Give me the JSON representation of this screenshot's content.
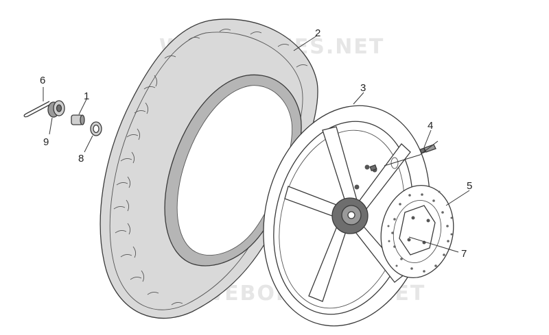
{
  "diagram": {
    "callouts": [
      {
        "id": "1",
        "label": "1"
      },
      {
        "id": "2",
        "label": "2"
      },
      {
        "id": "3",
        "label": "3"
      },
      {
        "id": "4",
        "label": "4"
      },
      {
        "id": "5",
        "label": "5"
      },
      {
        "id": "6",
        "label": "6"
      },
      {
        "id": "7",
        "label": "7"
      },
      {
        "id": "8",
        "label": "8"
      },
      {
        "id": "9",
        "label": "9"
      }
    ],
    "watermark": "WEBOFICHES.NET",
    "colors": {
      "tire": "#d9d9d9",
      "tire_inner": "#b5b5b5",
      "rim": "#ffffff",
      "hub": "#6e6e6e",
      "line": "#3a3a3a"
    }
  }
}
